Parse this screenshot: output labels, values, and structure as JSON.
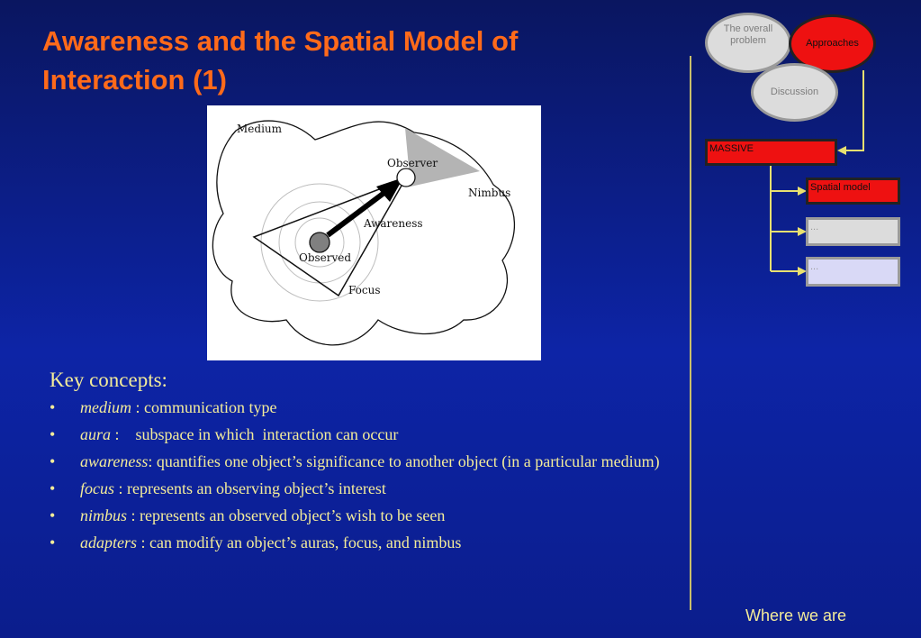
{
  "title": {
    "line1": "Awareness and the Spatial Model of",
    "line2": "Interaction (1)"
  },
  "figure": {
    "labels": {
      "medium": "Medium",
      "observer": "Observer",
      "nimbus": "Nimbus",
      "awareness": "Awareness",
      "observed": "Observed",
      "focus": "Focus"
    }
  },
  "concepts": {
    "heading": "Key concepts:",
    "bullet_char": "•",
    "items": [
      {
        "term": "medium",
        "text": " : communication type"
      },
      {
        "term": "aura",
        "text": " :    subspace in which  interaction can occur"
      },
      {
        "term": "awareness",
        "text": ": quantifies one object’s  significance to another object (in a particular medium)"
      },
      {
        "term": "focus",
        "text": " : represents an observing object’s interest"
      },
      {
        "term": "nimbus",
        "text": " : represents an observed object’s wish to be seen"
      },
      {
        "term": "adapters",
        "text": " : can modify an object’s  auras, focus, and nimbus"
      }
    ]
  },
  "navigator": {
    "overall": "The overall problem",
    "approaches": "Approaches",
    "discussion": "Discussion",
    "massive": "MASSIVE",
    "spatial": "Spatial model",
    "dots1": "...",
    "dots2": "...",
    "caption": "Where we are"
  },
  "colors": {
    "title": "#ff6a1a",
    "text": "#f3ec9a",
    "active_node": "#ee1111",
    "inactive_node": "#dcdcdc",
    "connector": "#e8e070"
  }
}
